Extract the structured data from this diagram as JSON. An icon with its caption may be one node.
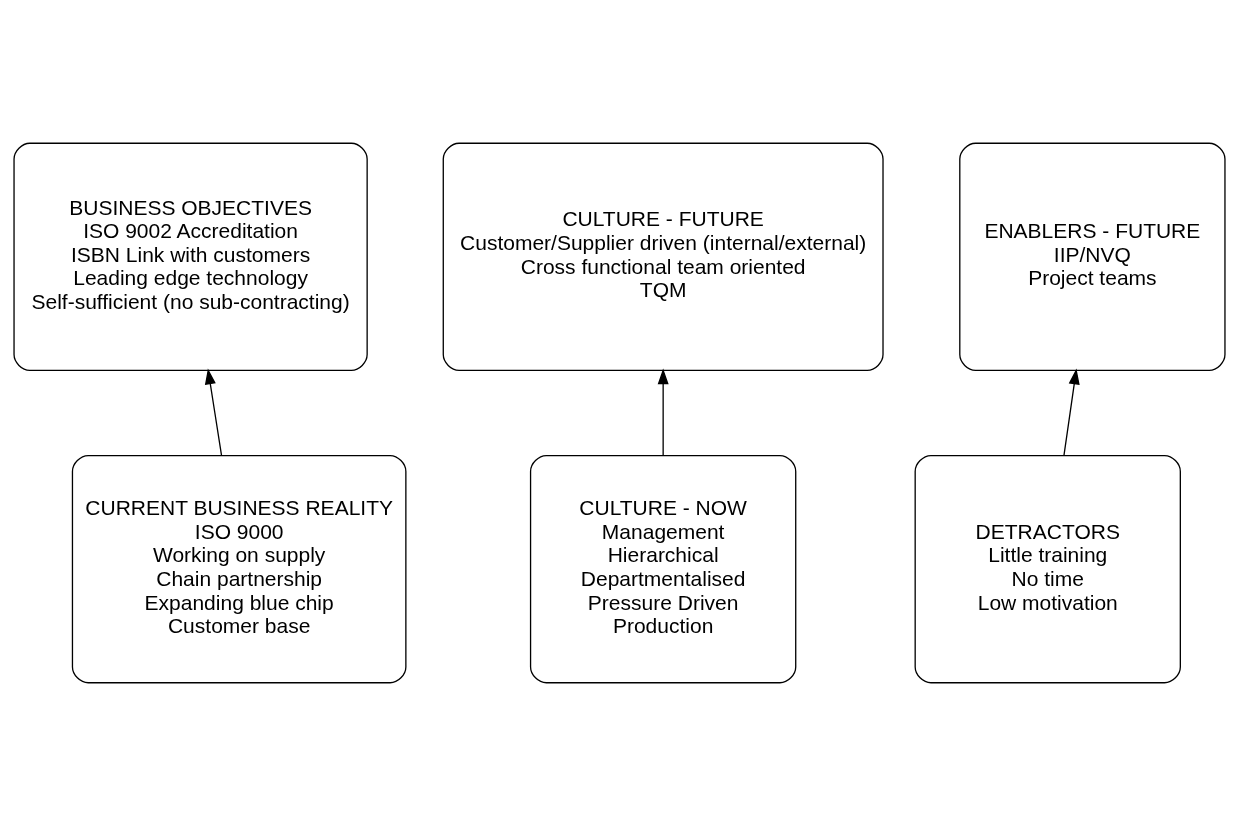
{
  "diagram": {
    "nodes": [
      {
        "text": [
          "BUSINESS OBJECTIVES",
          "ISO 9002 Accreditation",
          "ISBN Link with customers",
          "Leading edge technology",
          "Self-sufficient (no sub-contracting)"
        ]
      },
      {
        "text": [
          "CULTURE - FUTURE",
          "Customer/Supplier driven (internal/external)",
          "Cross functional team oriented",
          "TQM"
        ]
      },
      {
        "text": [
          "ENABLERS - FUTURE",
          "IIP/NVQ",
          "Project teams"
        ]
      },
      {
        "text": [
          "CURRENT BUSINESS REALITY",
          "ISO 9000",
          "Working on supply",
          "Chain partnership",
          "Expanding blue chip",
          "Customer base"
        ]
      },
      {
        "text": [
          "CULTURE - NOW",
          "Management",
          "Hierarchical",
          "Departmentalised",
          "Pressure Driven",
          "Production"
        ]
      },
      {
        "text": [
          "DETRACTORS",
          "Little training",
          "No time",
          "Low motivation"
        ]
      }
    ],
    "edges": [
      {
        "from": 3,
        "to": 0,
        "arrow": "to"
      },
      {
        "from": 4,
        "to": 1,
        "arrow": "to"
      },
      {
        "from": 5,
        "to": 2,
        "arrow": "to"
      }
    ]
  }
}
